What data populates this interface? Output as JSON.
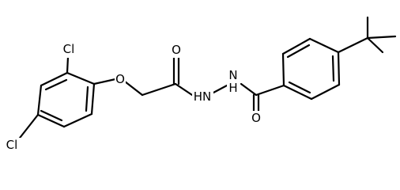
{
  "atoms": [
    {
      "id": "cl_upper",
      "text": "Cl"
    },
    {
      "id": "cl_lower",
      "text": "Cl"
    },
    {
      "id": "ether_o",
      "text": "O"
    },
    {
      "id": "carbonyl_o_1",
      "text": "O"
    },
    {
      "id": "nh_1",
      "text": "HN"
    },
    {
      "id": "nh_2",
      "text": "N\nH"
    },
    {
      "id": "carbonyl_o_2",
      "text": "O"
    }
  ],
  "colors": {
    "bond": "#000000",
    "background": "#ffffff"
  }
}
